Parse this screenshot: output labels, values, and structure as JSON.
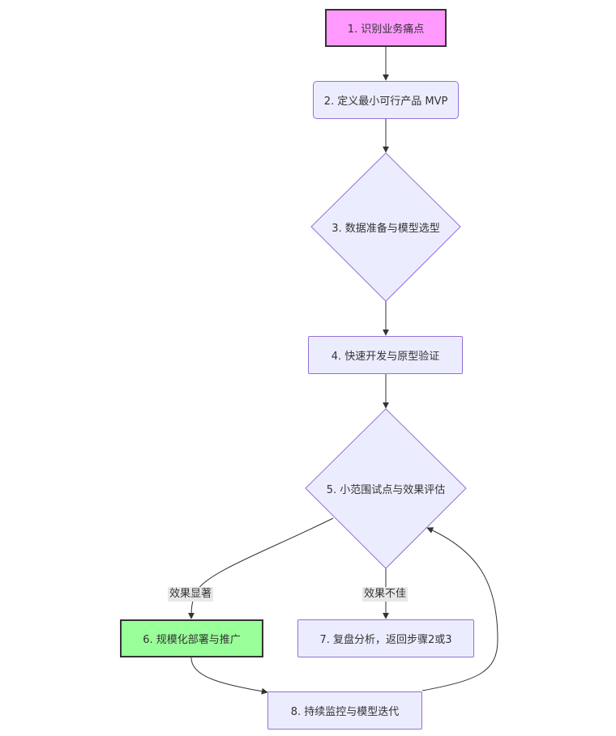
{
  "nodes": {
    "n1": {
      "label": "1. 识别业务痛点",
      "fill": "#FF99FF"
    },
    "n2": {
      "label": "2. 定义最小可行产品 MVP",
      "fill": "#ECECFF"
    },
    "n3": {
      "label": "3. 数据准备与模型选型",
      "fill": "#ECECFF"
    },
    "n4": {
      "label": "4. 快速开发与原型验证",
      "fill": "#ECECFF"
    },
    "n5": {
      "label": "5. 小范围试点与效果评估",
      "fill": "#ECECFF"
    },
    "n6": {
      "label": "6. 规模化部署与推广",
      "fill": "#99FF99"
    },
    "n7": {
      "label": "7. 复盘分析，返回步骤2或3",
      "fill": "#ECECFF"
    },
    "n8": {
      "label": "8. 持续监控与模型迭代",
      "fill": "#ECECFF"
    }
  },
  "edges": {
    "e_good": {
      "label": "效果显著"
    },
    "e_bad": {
      "label": "效果不佳"
    }
  },
  "colors": {
    "stroke": "#9370DB",
    "line": "#333333",
    "node_fill": "#ECECFF"
  }
}
